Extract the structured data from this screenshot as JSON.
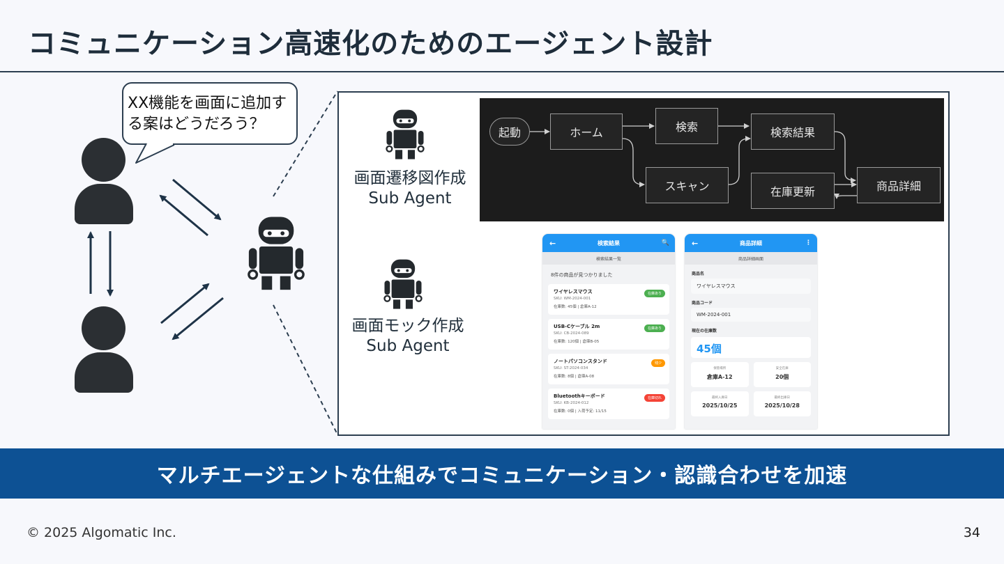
{
  "title": "コミュニケーション高速化のためのエージェント設計",
  "bubble": {
    "line1": "XX機能を画面に追加す",
    "line2": "る案はどうだろう？"
  },
  "agents": [
    {
      "name": "画面遷移図作成",
      "role": "Sub Agent"
    },
    {
      "name": "画面モック作成",
      "role": "Sub Agent"
    }
  ],
  "flow": {
    "nodes": {
      "start": "起動",
      "home": "ホーム",
      "search": "検索",
      "scan": "スキャン",
      "results": "検索結果",
      "stock": "在庫更新",
      "detail": "商品詳細"
    }
  },
  "mock_list": {
    "title": "検索結果",
    "subtitle": "検索結果一覧",
    "count_text": "8件の商品が見つかりました",
    "items": [
      {
        "name": "ワイヤレスマウス",
        "sku": "SKU: WM-2024-001",
        "stock": "在庫数: 45個 | 倉庫A-12",
        "badge": "在庫あり",
        "color": "#4caf50"
      },
      {
        "name": "USB-Cケーブル 2m",
        "sku": "SKU: CB-2024-089",
        "stock": "在庫数: 120個 | 倉庫B-05",
        "badge": "在庫あり",
        "color": "#4caf50"
      },
      {
        "name": "ノートパソコンスタンド",
        "sku": "SKU: ST-2024-034",
        "stock": "在庫数: 8個 | 倉庫A-08",
        "badge": "残少",
        "color": "#ff9800"
      },
      {
        "name": "Bluetoothキーボード",
        "sku": "SKU: KB-2024-012",
        "stock": "在庫数: 0個 | 入荷予定: 11/15",
        "badge": "在庫切れ",
        "color": "#f44336"
      }
    ]
  },
  "mock_detail": {
    "title": "商品詳細",
    "subtitle": "商品詳細画面",
    "name_label": "商品名",
    "name_value": "ワイヤレスマウス",
    "code_label": "商品コード",
    "code_value": "WM-2024-001",
    "stock_label": "現在の在庫数",
    "stock_value": "45個",
    "cells": [
      {
        "label": "保管場所",
        "value": "倉庫A-12"
      },
      {
        "label": "安全在庫",
        "value": "20個"
      },
      {
        "label": "最終入庫日",
        "value": "2025/10/25"
      },
      {
        "label": "最終出庫日",
        "value": "2025/10/28"
      }
    ]
  },
  "banner": "マルチエージェントな仕組みでコミュニケーション・認識合わせを加速",
  "footer": "© 2025 Algomatic Inc.",
  "page_number": "34"
}
